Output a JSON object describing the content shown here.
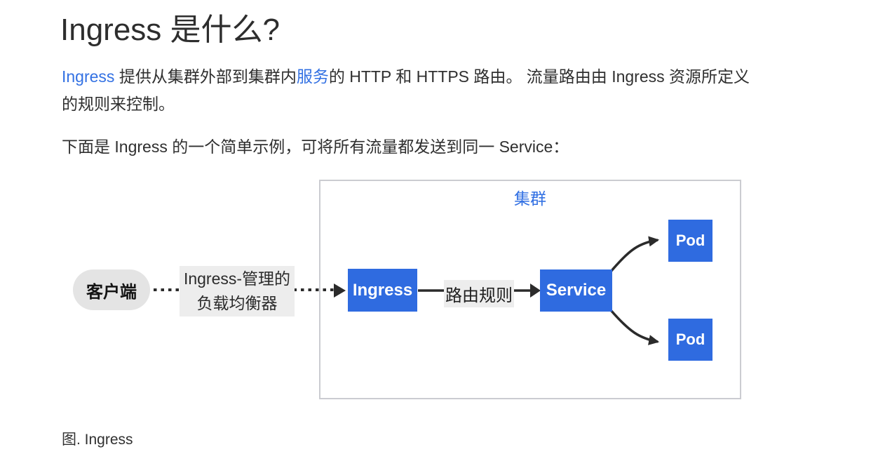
{
  "header": {
    "title": "Ingress 是什么?"
  },
  "intro": {
    "link1": "Ingress",
    "text1": " 提供从集群外部到集群内",
    "link2": "服务",
    "text2": "的 HTTP 和 HTTPS 路由。 流量路由由 Ingress 资源所定义的规则来控制。"
  },
  "example": {
    "text": "下面是 Ingress 的一个简单示例，可将所有流量都发送到同一 Service："
  },
  "diagram": {
    "cluster_label": "集群",
    "client_label": "客户端",
    "lb_label_line1": "Ingress-管理的",
    "lb_label_line2": "负载均衡器",
    "ingress_label": "Ingress",
    "route_label": "路由规则",
    "service_label": "Service",
    "pods": [
      "Pod",
      "Pod"
    ]
  },
  "caption": {
    "text": "图. Ingress"
  },
  "colors": {
    "node_blue": "#2f6be0",
    "link_blue": "#3371e3",
    "cluster_border": "#cbccd1",
    "label_background": "#ededed",
    "pill_background": "#e4e4e4",
    "arrow_dark": "#2b2b2b",
    "text_dark": "#303030"
  }
}
